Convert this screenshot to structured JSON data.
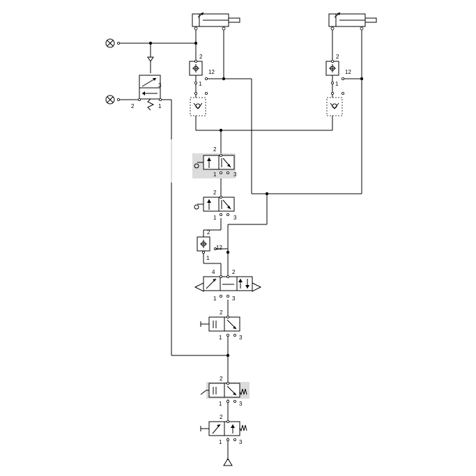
{
  "components": {
    "cylinder_1": {
      "name": "double-acting cylinder"
    },
    "cylinder_2": {
      "name": "double-acting cylinder"
    },
    "cyl1_ctrl": {
      "port_in": "2",
      "port_pilot": "12",
      "port_out": "1"
    },
    "cyl2_ctrl": {
      "port_in": "2",
      "port_pilot": "12",
      "port_out": "1"
    },
    "lamp_valve": {
      "port_3": "3",
      "port_2": "2",
      "port_1": "1"
    },
    "valve_roller_1": {
      "port_2": "2",
      "port_1": "1",
      "port_3": "3"
    },
    "valve_roller_2": {
      "port_2": "2",
      "port_1": "1",
      "port_3": "3"
    },
    "shuttle_valve": {
      "port_2": "2",
      "port_12": "12",
      "port_1": "1"
    },
    "valve_4_2": {
      "port_4": "4",
      "port_2": "2",
      "port_1": "1",
      "port_3": "3"
    },
    "valve_pushbutton": {
      "port_2": "2",
      "port_1": "1",
      "port_3": "3"
    },
    "valve_pedal": {
      "port_2": "2",
      "port_1": "1",
      "port_3": "3"
    },
    "valve_start": {
      "port_2": "2",
      "port_1": "1",
      "port_3": "3"
    }
  }
}
